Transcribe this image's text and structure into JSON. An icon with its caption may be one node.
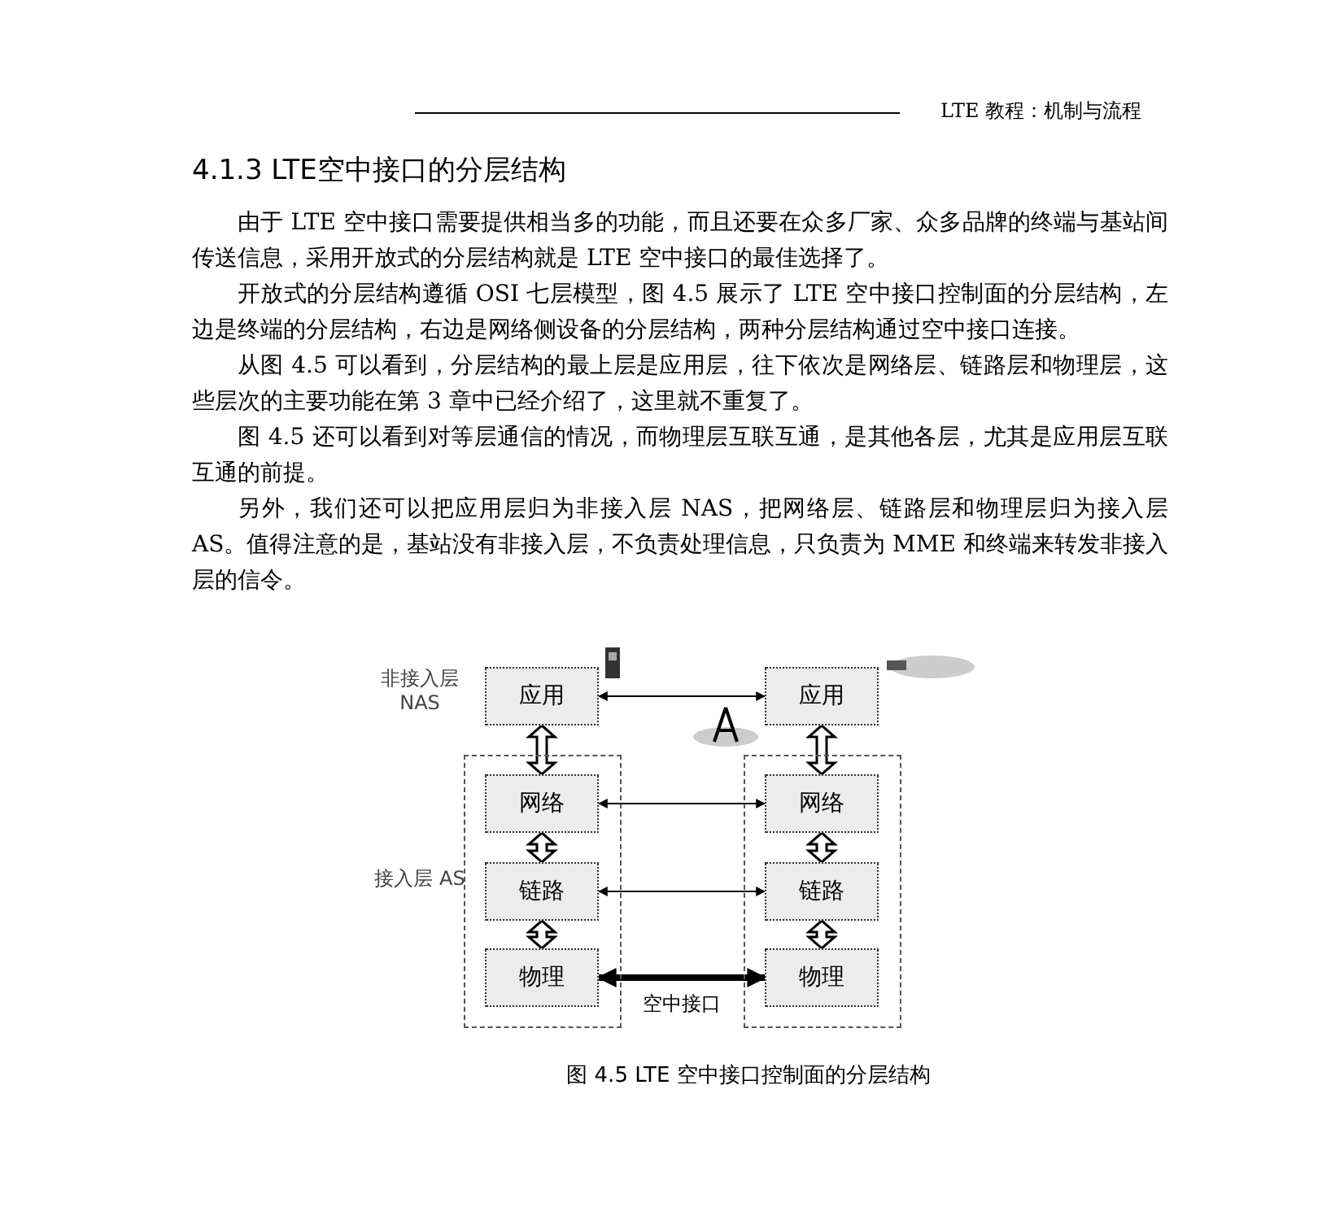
{
  "diagram": {
    "title": "4.1.3 LTE空中接口的分层结构",
    "caption": "图 4.5 LTE 空中接口控制面的分层结构",
    "nodes": [
      {
        "text": [
          "应用"
        ]
      },
      {
        "text": [
          "应用"
        ]
      },
      {
        "text": [],
        "shape": "box"
      },
      {
        "text": [
          "网络"
        ],
        "in": 2
      },
      {
        "text": [
          "链路"
        ],
        "in": 2
      },
      {
        "text": [
          "物理"
        ],
        "in": 2
      },
      {
        "text": [],
        "shape": "box"
      },
      {
        "text": [
          "网络"
        ],
        "in": 6
      },
      {
        "text": [
          "链路"
        ],
        "in": 6
      },
      {
        "text": [
          "物理"
        ],
        "in": 6
      }
    ],
    "edges": [
      {
        "from": 0,
        "to": 1,
        "arrow": "both"
      },
      {
        "from": 0,
        "to": 3,
        "arrow": "both"
      },
      {
        "from": 1,
        "to": 7,
        "arrow": "both"
      },
      {
        "from": 3,
        "to": 7,
        "arrow": "both"
      },
      {
        "from": 3,
        "to": 4,
        "arrow": "both"
      },
      {
        "from": 7,
        "to": 8,
        "arrow": "both"
      },
      {
        "from": 4,
        "to": 8,
        "arrow": "both"
      },
      {
        "from": 4,
        "to": 5,
        "arrow": "both"
      },
      {
        "from": 8,
        "to": 9,
        "arrow": "both"
      },
      {
        "from": 5,
        "to": 9,
        "arrow": "both",
        "style": "thick",
        "label": "空中接口"
      }
    ],
    "labels": [
      "LTE 教程：机制与流程",
      "由于 LTE 空中接口需要提供相当多的功能，而且还要在众多厂家、众多品牌的终端与基站间传送信息，采用开放式的分层结构就是 LTE 空中接口的最佳选择了。",
      "开放式的分层结构遵循 OSI 七层模型，图 4.5 展示了 LTE 空中接口控制面的分层结构，左边是终端的分层结构，右边是网络侧设备的分层结构，两种分层结构通过空中接口连接。",
      "从图 4.5 可以看到，分层结构的最上层是应用层，往下依次是网络层、链路层和物理层，这些层次的主要功能在第 3 章中已经介绍了，这里就不重复了。",
      "图 4.5 还可以看到对等层通信的情况，而物理层互联互通，是其他各层，尤其是应用层互联互通的前提。",
      "另外，我们还可以把应用层归为非接入层 NAS，把网络层、链路层和物理层归为接入层 AS。值得注意的是，基站没有非接入层，不负责处理信息，只负责为 MME 和终端来转发非接入层的信令。",
      "非接入层 NAS",
      "接入层 AS"
    ]
  }
}
